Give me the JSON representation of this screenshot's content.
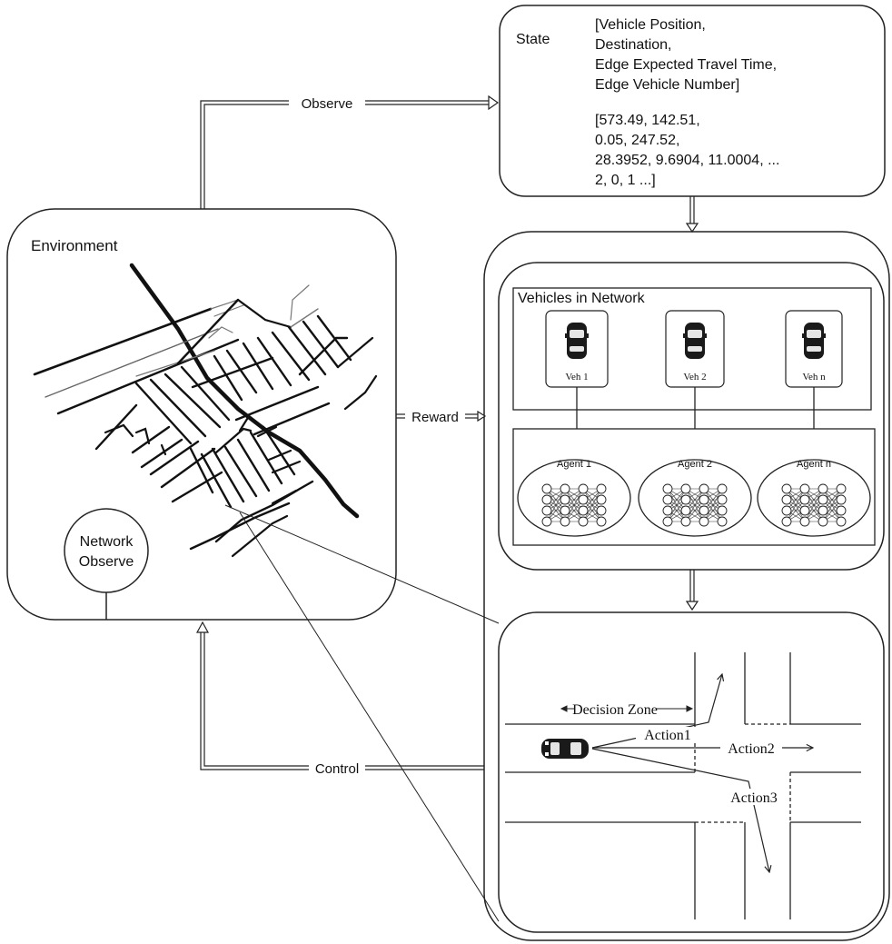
{
  "environment": {
    "title": "Environment",
    "network_observe": [
      "Network",
      "Observe"
    ]
  },
  "state": {
    "title": "State",
    "features": [
      "[Vehicle Position,",
      "Destination,",
      "Edge Expected Travel Time,",
      "Edge Vehicle Number]"
    ],
    "values": [
      "[573.49, 142.51,",
      "0.05, 247.52,",
      "28.3952, 9.6904, 11.0004, ...",
      "2, 0, 1 ...]"
    ]
  },
  "arrows": {
    "observe": "Observe",
    "reward": "Reward",
    "control": "Control"
  },
  "vehicles_panel": {
    "title": "Vehicles in Network",
    "vehicles": [
      "Veh 1",
      "Veh 2",
      "Veh n"
    ],
    "agents": [
      "Agent 1",
      "Agent 2",
      "Agent n"
    ]
  },
  "decision": {
    "zone_label": "Decision Zone",
    "actions": [
      "Action1",
      "Action2",
      "Action3"
    ]
  }
}
